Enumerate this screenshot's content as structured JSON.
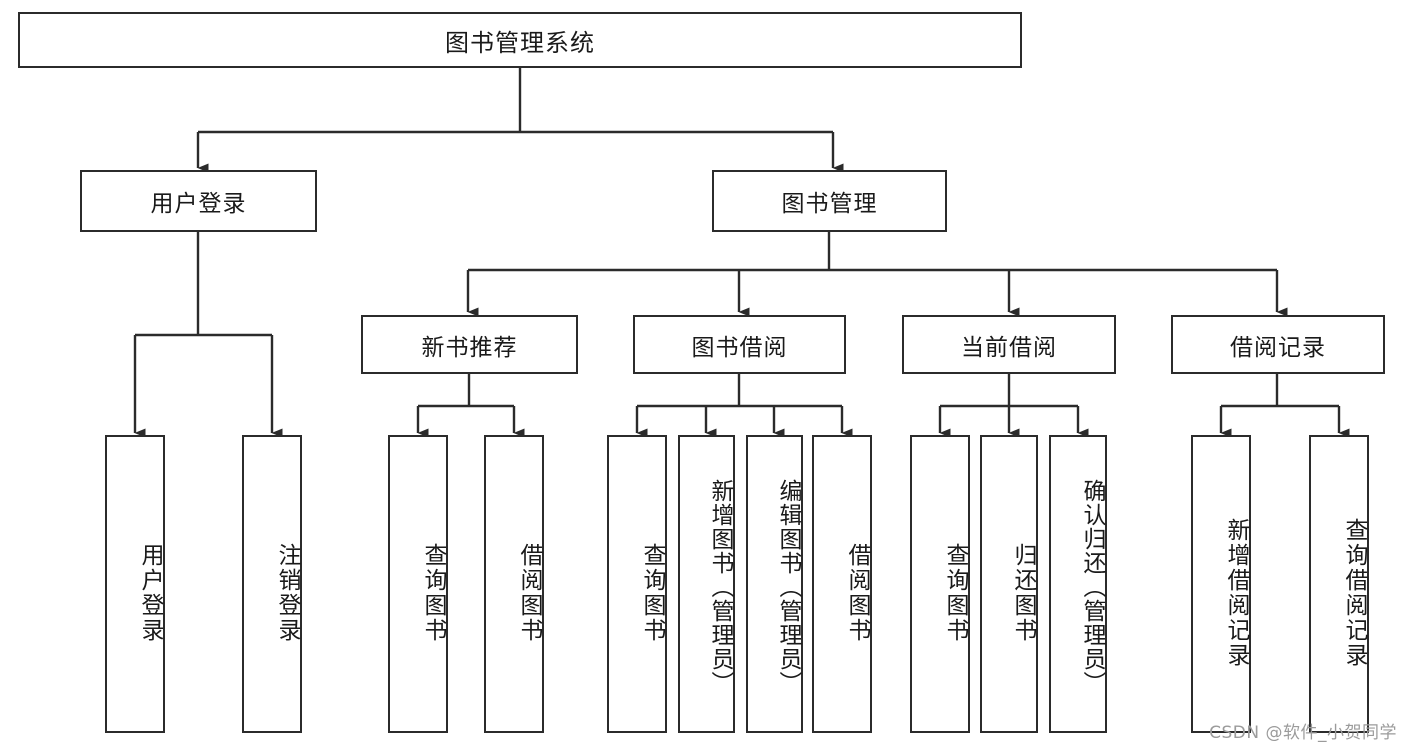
{
  "diagram": {
    "title": "图书管理系统",
    "type": "tree-hierarchy-chart",
    "root": {
      "label": "图书管理系统"
    },
    "level2": [
      {
        "label": "用户登录"
      },
      {
        "label": "图书管理"
      }
    ],
    "level3": [
      {
        "label": "新书推荐"
      },
      {
        "label": "图书借阅"
      },
      {
        "label": "当前借阅"
      },
      {
        "label": "借阅记录"
      }
    ],
    "leaves": {
      "user_login": [
        {
          "label": "用户登录"
        },
        {
          "label": "注销登录"
        }
      ],
      "new_book_recommend": [
        {
          "label": "查询图书"
        },
        {
          "label": "借阅图书"
        }
      ],
      "book_borrow": [
        {
          "label": "查询图书"
        },
        {
          "label": "新增图书（管理员）"
        },
        {
          "label": "编辑图书（管理员）"
        },
        {
          "label": "借阅图书"
        }
      ],
      "current_borrow": [
        {
          "label": "查询图书"
        },
        {
          "label": "归还图书"
        },
        {
          "label": "确认归还（管理员）"
        }
      ],
      "borrow_record": [
        {
          "label": "新增借阅记录"
        },
        {
          "label": "查询借阅记录"
        }
      ]
    }
  },
  "watermark": {
    "text": "CSDN @软件_小贺同学"
  },
  "colors": {
    "stroke": "#2b2b2b",
    "background": "#ffffff",
    "text": "#1a1a1a",
    "watermark": "#9b9b9b"
  }
}
